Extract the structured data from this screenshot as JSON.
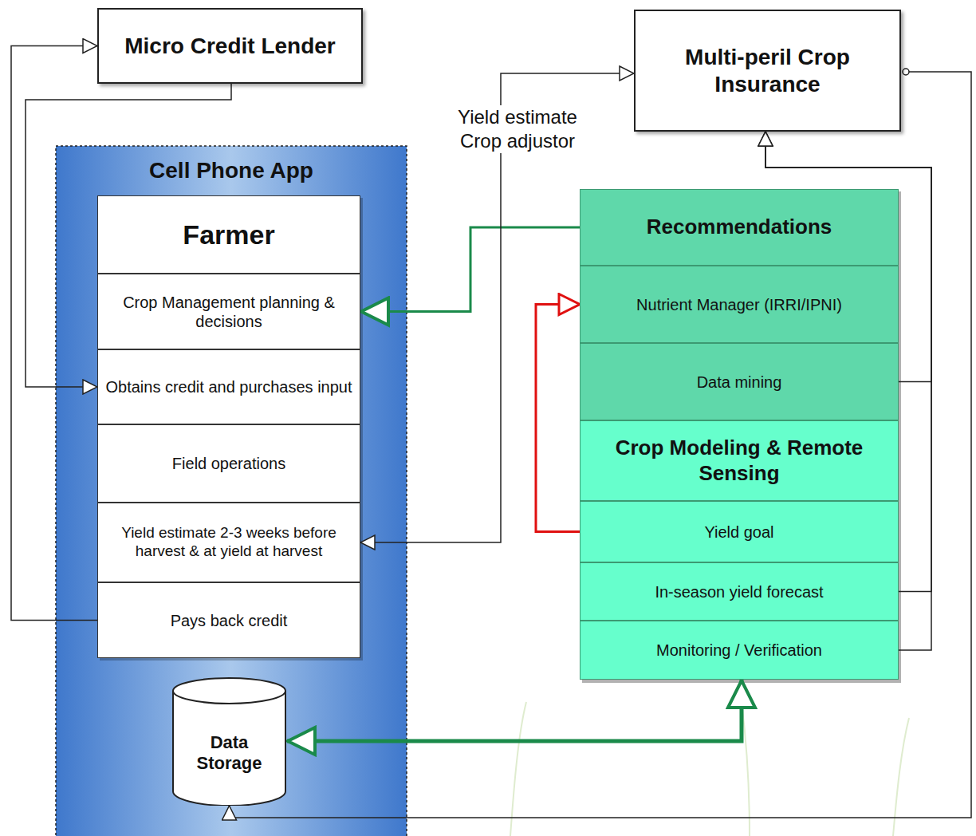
{
  "diagram": {
    "nodes": [
      {
        "text": [
          "Micro Credit Lender"
        ]
      },
      {
        "text": [
          "Multi-peril Crop Insurance"
        ]
      },
      {
        "text": [
          "Cell Phone App"
        ]
      },
      {
        "text": [
          "Farmer"
        ],
        "in": 2
      },
      {
        "text": [
          "Crop Management planning & decisions"
        ],
        "in": 2
      },
      {
        "text": [
          "Obtains credit and purchases input"
        ],
        "in": 2
      },
      {
        "text": [
          "Field operations"
        ],
        "in": 2
      },
      {
        "text": [
          "Yield estimate 2-3 weeks before harvest & at yield at harvest"
        ],
        "in": 2
      },
      {
        "text": [
          "Pays back credit"
        ],
        "in": 2
      },
      {
        "text": [
          "Data Storage"
        ],
        "in": 2
      },
      {
        "text": [
          "Recommendations"
        ]
      },
      {
        "text": [
          "Nutrient Manager (IRRI/IPNI)"
        ]
      },
      {
        "text": [
          "Data mining"
        ]
      },
      {
        "text": [
          "Crop Modeling & Remote Sensing"
        ]
      },
      {
        "text": [
          "Yield goal"
        ]
      },
      {
        "text": [
          "In-season yield forecast"
        ]
      },
      {
        "text": [
          "Monitoring / Verification"
        ]
      }
    ],
    "edges": [
      {
        "from": 8,
        "to": 0,
        "arrow": "to"
      },
      {
        "from": 0,
        "to": 5,
        "arrow": "to"
      },
      {
        "from": 10,
        "to": 4,
        "arrow": "to"
      },
      {
        "from": 14,
        "to": 11,
        "arrow": "to"
      },
      {
        "from": 7,
        "to": 1,
        "label": "Yield estimate Crop adjustor",
        "arrow": "both"
      },
      {
        "from": 12,
        "to": 1,
        "arrow": "to"
      },
      {
        "from": 15,
        "to": 1,
        "arrow": "to"
      },
      {
        "from": 16,
        "to": 1,
        "arrow": "to"
      },
      {
        "from": 9,
        "to": 16,
        "arrow": "both"
      },
      {
        "from": 1,
        "to": 9,
        "arrow": "to"
      }
    ]
  }
}
